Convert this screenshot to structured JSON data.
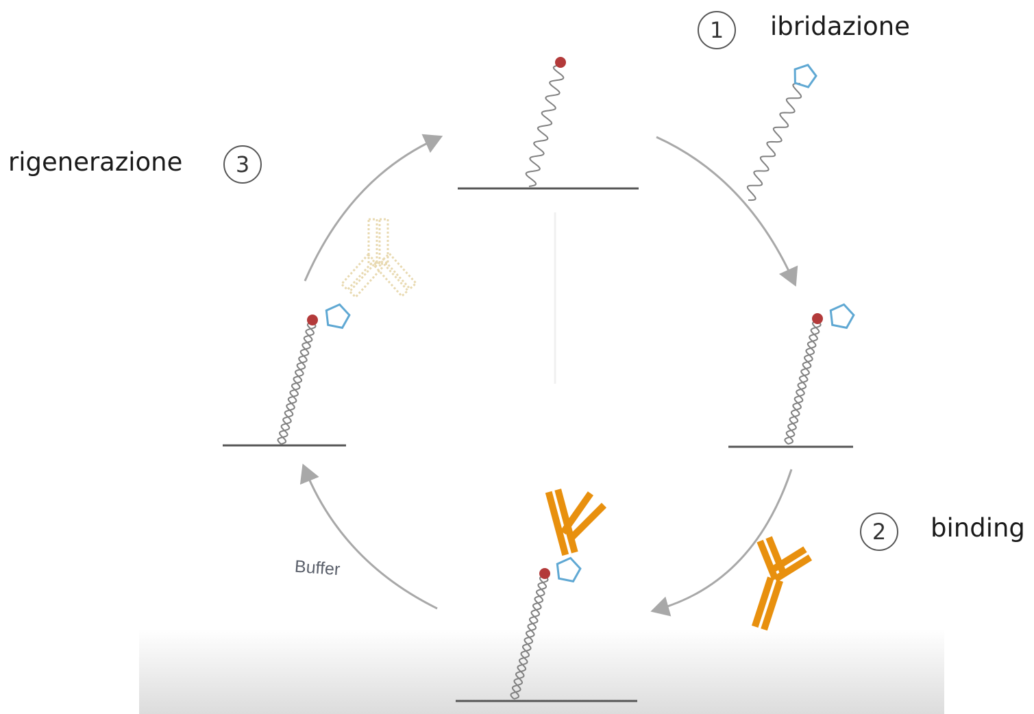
{
  "steps": [
    {
      "number": "1",
      "label": "ibridazione"
    },
    {
      "number": "2",
      "label": "binding"
    },
    {
      "number": "3",
      "label": "rigenerazione"
    }
  ],
  "buffer_label": "Buffer",
  "colors": {
    "surface": "#555555",
    "probe_dot": "#b33a3a",
    "ligand_pentagon": "#5fa8d3",
    "antibody": "#e8900e",
    "antibody_ghost": "#e8d9b0",
    "arrow": "#a8a8a8",
    "strand": "#808080"
  }
}
